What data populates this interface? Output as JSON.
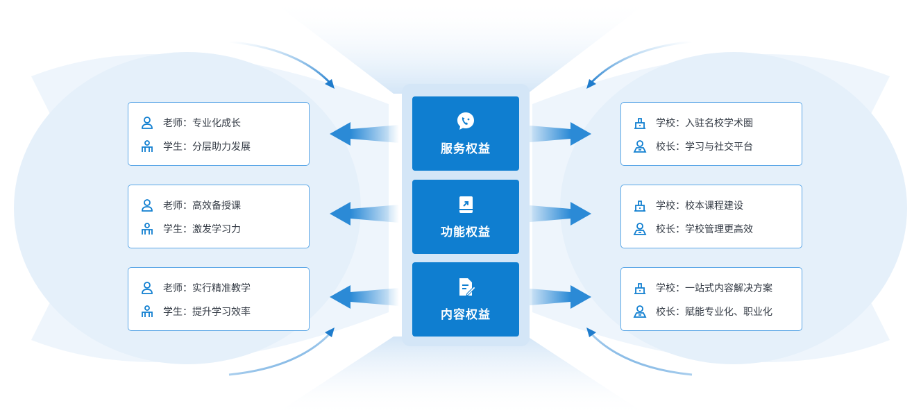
{
  "center": [
    {
      "label": "服务权益",
      "icon": "phone-chat-icon"
    },
    {
      "label": "功能权益",
      "icon": "book-arrow-icon"
    },
    {
      "label": "内容权益",
      "icon": "document-edit-icon"
    }
  ],
  "left_cards": [
    {
      "line1": "老师：专业化成长",
      "line2": "学生：分层助力发展"
    },
    {
      "line1": "老师：高效备授课",
      "line2": "学生：激发学习力"
    },
    {
      "line1": "老师：实行精准教学",
      "line2": "学生：提升学习效率"
    }
  ],
  "right_cards": [
    {
      "line1": "学校：入驻名校学术圈",
      "line2": "校长：学习与社交平台"
    },
    {
      "line1": "学校：校本课程建设",
      "line2": "校长：学校管理更高效"
    },
    {
      "line1": "学校：一站式内容解决方案",
      "line2": "校长：赋能专业化、职业化"
    }
  ],
  "colors": {
    "accent": "#0f7ed0",
    "card_border": "#5aa6e6",
    "text": "#333a44"
  }
}
